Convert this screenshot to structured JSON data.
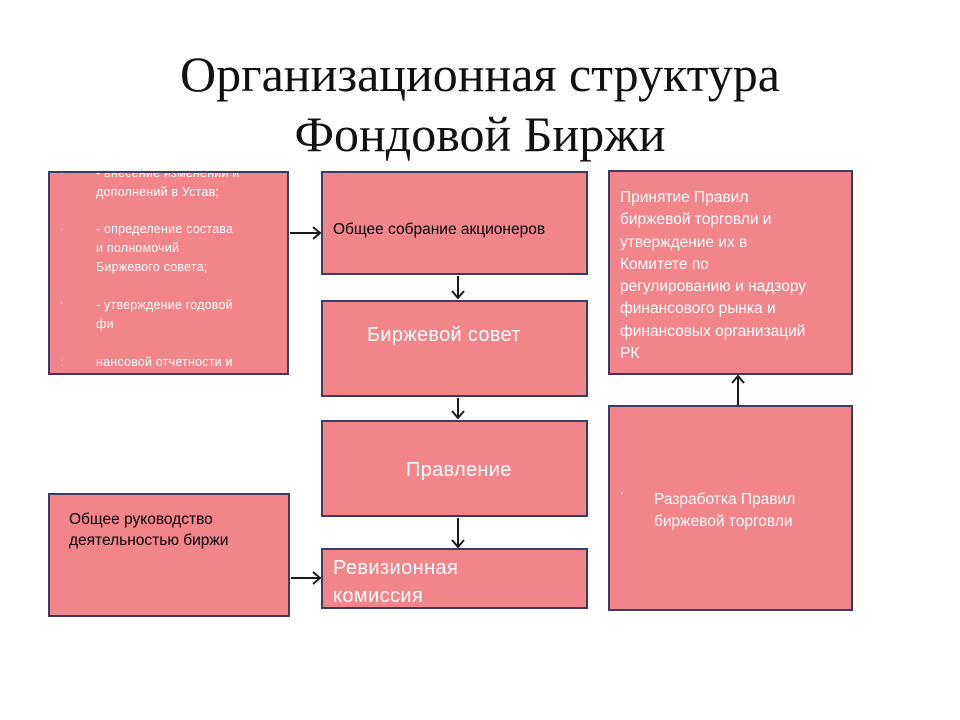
{
  "title": {
    "line1": "Организационная структура",
    "line2": "Фондовой Биржи"
  },
  "boxes": {
    "powers": {
      "bullet": "·",
      "items": [
        "- внесение изменений и",
        "дополнений в Устав;",
        "- определение состава",
        "и полномочий",
        "Биржевого совета;",
        "- утверждение годовой",
        "фи",
        "нансовой отчетности и"
      ]
    },
    "general_meeting": "Общее собрание акционеров",
    "exchange_council": "Биржевой совет",
    "board": "Правление",
    "audit_commission": {
      "line1": "Ревизионная",
      "line2": "комиссия"
    },
    "general_management": {
      "line1": "Общее руководство",
      "line2": "деятельностью биржи"
    },
    "rules_approval": [
      "Принятие Правил",
      "биржевой торговли и",
      "утверждение их в",
      "Комитете по",
      "регулированию и надзору",
      "финансового рынка и",
      "финансовых организаций",
      "РК"
    ],
    "rules_development": {
      "bullet": "·",
      "line1": "Разработка Правил",
      "line2": "биржевой торговли"
    }
  },
  "colors": {
    "box_fill": "#f2858a",
    "box_border": "#3a3d63",
    "box_text": "#ffffff",
    "title_text": "#111111"
  }
}
